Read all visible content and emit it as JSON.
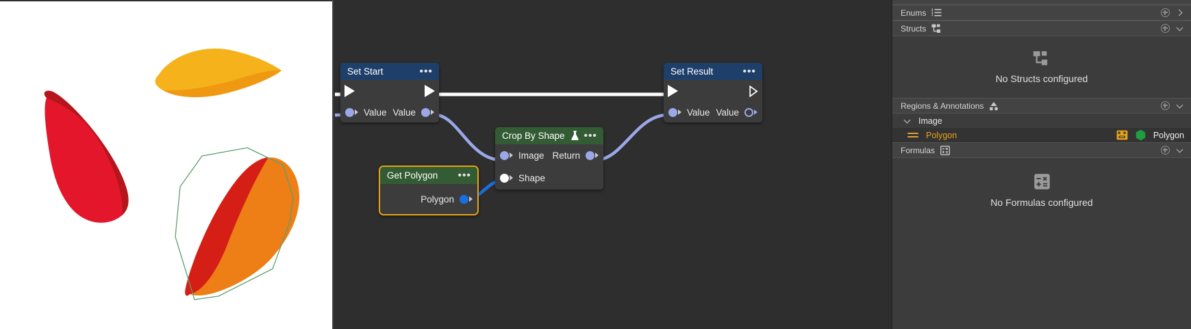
{
  "colors": {
    "graph_bg": "#2e2e2e",
    "panel_bg": "#3c3c3c",
    "node_body": "#3c3c3c",
    "header_blue": "#1f3f6b",
    "header_green": "#345c34",
    "selection_amber": "#e8a317",
    "pin_periwinkle": "#9aa8e8",
    "pin_blue": "#1a6fe0",
    "exec_wire": "#ffffff",
    "data_wire": "#9aa8e8",
    "annotation_green": "#5f9e6e",
    "shape_yellow": "#f5b21b",
    "shape_orange": "#ed7f16",
    "shape_red": "#e4162b",
    "shape_dark_red": "#b5151c"
  },
  "image_viewport": {
    "name": "image-preview",
    "background": "#ffffff",
    "shapes": [
      {
        "name": "yellow-teardrop",
        "fill": "#f5b21b",
        "shadow": "#ef9913"
      },
      {
        "name": "red-teardrop",
        "fill": "#e4162b",
        "shadow": "#b5151c"
      },
      {
        "name": "orange-teardrop",
        "fill": "#ed7f16",
        "shadow": "#d51f16"
      }
    ],
    "annotation": {
      "name": "polygon-annotation",
      "stroke": "#5f9e6e"
    }
  },
  "graph": {
    "nodes": [
      {
        "id": "set-start",
        "title": "Set Start",
        "header_color": "blue",
        "selected": false,
        "menu": "•••",
        "exec_in": true,
        "exec_out": true,
        "exec_out_hollow": false,
        "inputs": [
          {
            "label": "Value",
            "pin": "periwinkle"
          }
        ],
        "outputs": [
          {
            "label": "Value",
            "pin": "periwinkle"
          }
        ]
      },
      {
        "id": "crop-by-shape",
        "title": "Crop By Shape",
        "header_color": "green",
        "selected": false,
        "icon": "flask-icon",
        "menu": "•••",
        "exec_in": false,
        "exec_out": false,
        "inputs": [
          {
            "label": "Image",
            "pin": "periwinkle"
          },
          {
            "label": "Shape",
            "pin": "white"
          }
        ],
        "outputs": [
          {
            "label": "Return",
            "pin": "periwinkle"
          }
        ]
      },
      {
        "id": "get-polygon",
        "title": "Get Polygon",
        "header_color": "green",
        "selected": true,
        "menu": "•••",
        "exec_in": false,
        "exec_out": false,
        "inputs": [],
        "outputs": [
          {
            "label": "Polygon",
            "pin": "blue"
          }
        ]
      },
      {
        "id": "set-result",
        "title": "Set Result",
        "header_color": "blue",
        "selected": false,
        "menu": "•••",
        "exec_in": true,
        "exec_out": true,
        "exec_out_hollow": true,
        "inputs": [
          {
            "label": "Value",
            "pin": "periwinkle"
          }
        ],
        "outputs": [
          {
            "label": "Value",
            "pin": "hollow"
          }
        ]
      }
    ]
  },
  "right_panel": {
    "sections": [
      {
        "id": "enums",
        "title": "Enums",
        "icon": "numbered-list-icon",
        "expanded": false,
        "chevron": "right"
      },
      {
        "id": "structs",
        "title": "Structs",
        "icon": "struct-tree-icon",
        "expanded": true,
        "chevron": "down",
        "empty_icon": "struct-tree-icon",
        "empty_text": "No Structs configured"
      },
      {
        "id": "regions-annotations",
        "title": "Regions & Annotations",
        "icon": "shapes-icon",
        "expanded": true,
        "chevron": "down",
        "tree": {
          "group_label": "Image",
          "items": [
            {
              "name": "Polygon",
              "type": "Polygon",
              "selected": true,
              "badge_icon": "linked-reference-icon",
              "type_icon": "hexagon-icon",
              "lines_icon": "equals-lines-icon"
            }
          ]
        }
      },
      {
        "id": "formulas",
        "title": "Formulas",
        "icon": "calculator-icon",
        "expanded": true,
        "chevron": "down",
        "empty_icon": "calculator-icon",
        "empty_text": "No Formulas configured"
      }
    ],
    "add_button_label": "+"
  }
}
